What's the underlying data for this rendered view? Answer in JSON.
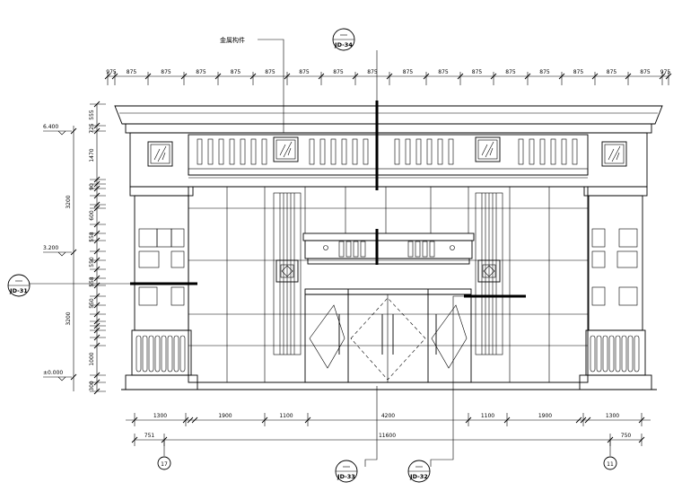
{
  "callout_label": "金属构件",
  "top_dims": [
    "975",
    "875",
    "875",
    "875",
    "875",
    "875",
    "875",
    "875",
    "875",
    "875",
    "875",
    "875",
    "875",
    "875",
    "875",
    "875",
    "875",
    "975"
  ],
  "bottom_dims_row1": [
    "1300",
    "1900",
    "1100",
    "4200",
    "1100",
    "1900",
    "1300"
  ],
  "bottom_dims_row2": [
    "751",
    "11600",
    "750"
  ],
  "grid_axes": {
    "left": "17",
    "right": "11"
  },
  "section_tags": {
    "top": "JD-34",
    "left": "JD-31",
    "bottom_a": "JD-33",
    "bottom_b": "JD-32"
  },
  "left_dims_inner": [
    "555",
    "725",
    "1470",
    "90",
    "600",
    "558",
    "550",
    "558",
    "550",
    "1000",
    "300"
  ],
  "left_dims_outer": [
    "3200",
    "3200"
  ],
  "levels": [
    "6.400",
    "3.200",
    "±0.000"
  ]
}
